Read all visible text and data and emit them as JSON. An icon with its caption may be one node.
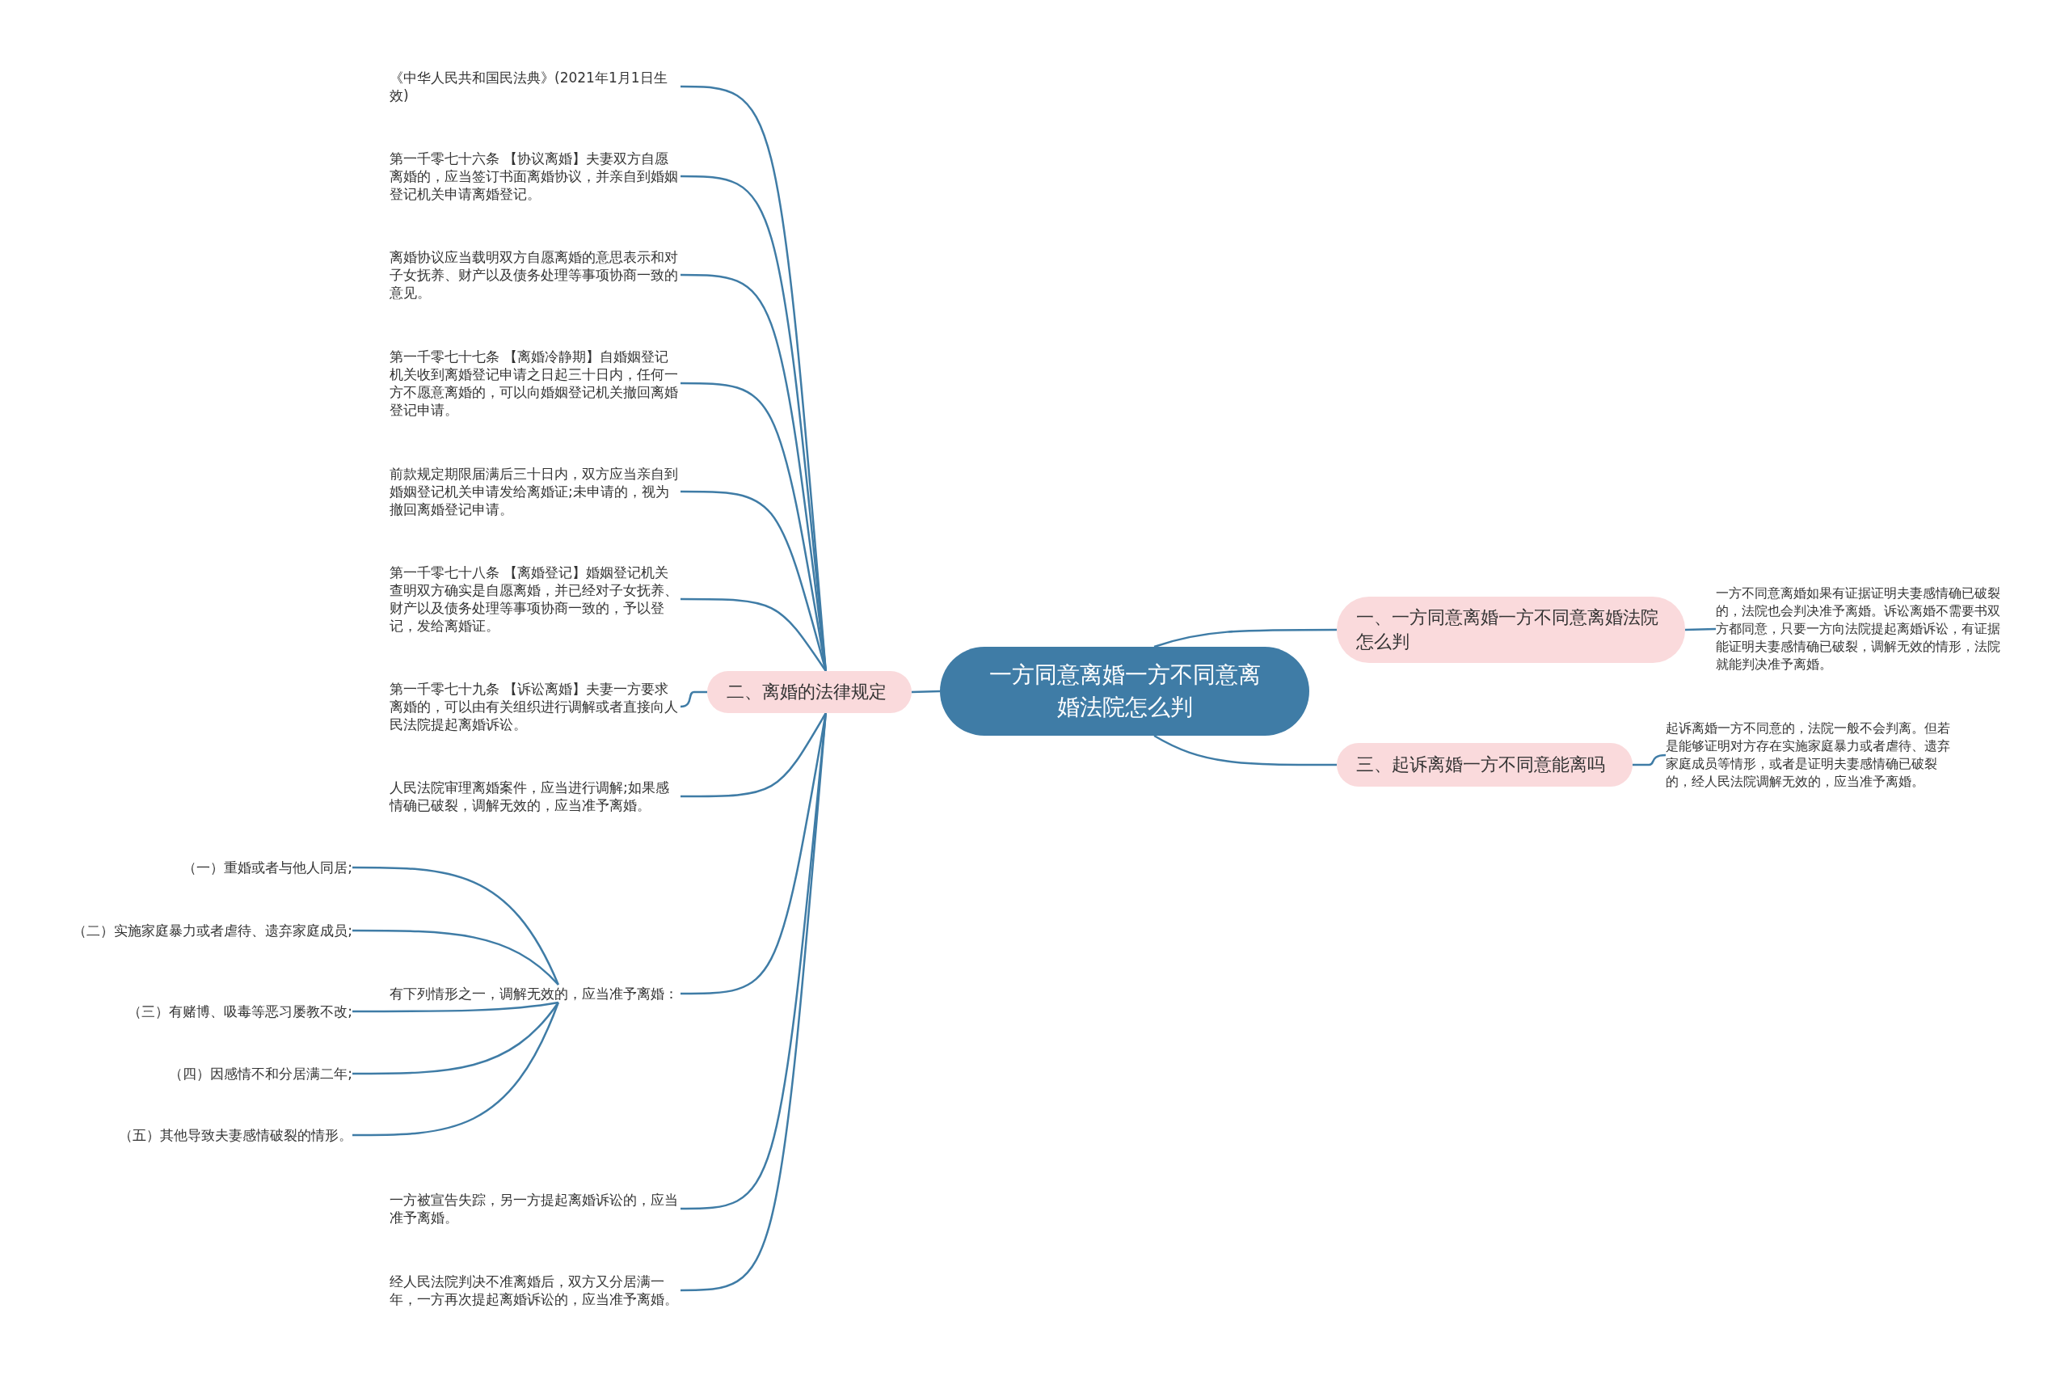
{
  "diagram": {
    "nodes": [
      {
        "text": [
          "一方同意离婚一方不同意离婚法院怎么判"
        ]
      },
      {
        "text": [
          "一、一方同意离婚一方不同意离婚法院怎么判"
        ]
      },
      {
        "text": [
          "一方不同意离婚如果有证据证明夫妻感情确已破裂的，法院也会判决准予离婚。诉讼离婚不需要书双方都同意，只要一方向法院提起离婚诉讼，有证据能证明夫妻感情确已破裂，调解无效的情形，法院就能判决准予离婚。"
        ]
      },
      {
        "text": [
          "三、起诉离婚一方不同意能离吗"
        ]
      },
      {
        "text": [
          "起诉离婚一方不同意的，法院一般不会判离。但若是能够证明对方存在实施家庭暴力或者虐待、遗弃家庭成员等情形，或者是证明夫妻感情确已破裂的，经人民法院调解无效的，应当准予离婚。"
        ]
      },
      {
        "text": [
          "二、离婚的法律规定"
        ]
      },
      {
        "text": [
          "《中华人民共和国民法典》(2021年1月1日生效)"
        ]
      },
      {
        "text": [
          "第一千零七十六条 【协议离婚】夫妻双方自愿离婚的，应当签订书面离婚协议，并亲自到婚姻登记机关申请离婚登记。"
        ]
      },
      {
        "text": [
          "离婚协议应当载明双方自愿离婚的意思表示和对子女抚养、财产以及债务处理等事项协商一致的意见。"
        ]
      },
      {
        "text": [
          "第一千零七十七条 【离婚冷静期】自婚姻登记机关收到离婚登记申请之日起三十日内，任何一方不愿意离婚的，可以向婚姻登记机关撤回离婚登记申请。"
        ]
      },
      {
        "text": [
          "前款规定期限届满后三十日内，双方应当亲自到婚姻登记机关申请发给离婚证;未申请的，视为撤回离婚登记申请。"
        ]
      },
      {
        "text": [
          "第一千零七十八条 【离婚登记】婚姻登记机关查明双方确实是自愿离婚，并已经对子女抚养、财产以及债务处理等事项协商一致的，予以登记，发给离婚证。"
        ]
      },
      {
        "text": [
          "第一千零七十九条 【诉讼离婚】夫妻一方要求离婚的，可以由有关组织进行调解或者直接向人民法院提起离婚诉讼。"
        ]
      },
      {
        "text": [
          "人民法院审理离婚案件，应当进行调解;如果感情确已破裂，调解无效的，应当准予离婚。"
        ]
      },
      {
        "text": [
          "有下列情形之一，调解无效的，应当准予离婚："
        ]
      },
      {
        "text": [
          "（一）重婚或者与他人同居;"
        ]
      },
      {
        "text": [
          "（二）实施家庭暴力或者虐待、遗弃家庭成员;"
        ]
      },
      {
        "text": [
          "（三）有赌博、吸毒等恶习屡教不改;"
        ]
      },
      {
        "text": [
          "（四）因感情不和分居满二年;"
        ]
      },
      {
        "text": [
          "（五）其他导致夫妻感情破裂的情形。"
        ]
      },
      {
        "text": [
          "一方被宣告失踪，另一方提起离婚诉讼的，应当准予离婚。"
        ]
      },
      {
        "text": [
          "经人民法院判决不准离婚后，双方又分居满一年，一方再次提起离婚诉讼的，应当准予离婚。"
        ]
      }
    ],
    "edges": [
      {
        "from": 0,
        "to": 1,
        "arrow": "none"
      },
      {
        "from": 1,
        "to": 2,
        "arrow": "none"
      },
      {
        "from": 0,
        "to": 3,
        "arrow": "none"
      },
      {
        "from": 3,
        "to": 4,
        "arrow": "none"
      },
      {
        "from": 0,
        "to": 5,
        "arrow": "none"
      },
      {
        "from": 5,
        "to": 6,
        "arrow": "none"
      },
      {
        "from": 5,
        "to": 7,
        "arrow": "none"
      },
      {
        "from": 5,
        "to": 8,
        "arrow": "none"
      },
      {
        "from": 5,
        "to": 9,
        "arrow": "none"
      },
      {
        "from": 5,
        "to": 10,
        "arrow": "none"
      },
      {
        "from": 5,
        "to": 11,
        "arrow": "none"
      },
      {
        "from": 5,
        "to": 12,
        "arrow": "none"
      },
      {
        "from": 5,
        "to": 13,
        "arrow": "none"
      },
      {
        "from": 5,
        "to": 14,
        "arrow": "none"
      },
      {
        "from": 14,
        "to": 15,
        "arrow": "none"
      },
      {
        "from": 14,
        "to": 16,
        "arrow": "none"
      },
      {
        "from": 14,
        "to": 17,
        "arrow": "none"
      },
      {
        "from": 14,
        "to": 18,
        "arrow": "none"
      },
      {
        "from": 14,
        "to": 19,
        "arrow": "none"
      },
      {
        "from": 5,
        "to": 20,
        "arrow": "none"
      },
      {
        "from": 5,
        "to": 21,
        "arrow": "none"
      }
    ]
  }
}
